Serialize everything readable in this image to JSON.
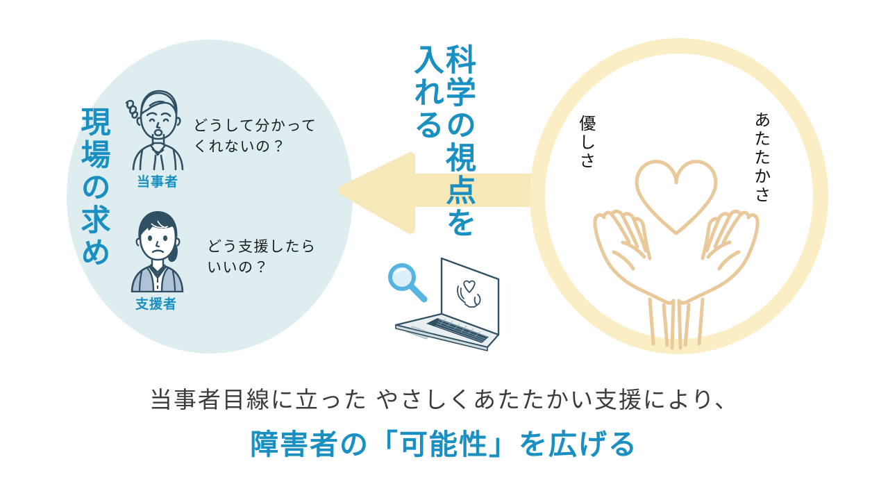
{
  "colors": {
    "left_circle_fill": "#ddedf0",
    "right_circle_ring": "#fbeec4",
    "arrow": "#f6e8b8",
    "accent_blue": "#1a8fc1",
    "dark_navy": "#2f4f63",
    "hand_heart_tan": "#e9c89a",
    "caption_gray": "#3c3c3c",
    "label_black": "#111111"
  },
  "left_group": {
    "vertical_label": "現場の求め",
    "persons": [
      {
        "label": "当事者",
        "icon": "worried-person-icon",
        "speech": "どうして分かって\nくれないの？"
      },
      {
        "label": "支援者",
        "icon": "supporter-person-icon",
        "speech": "どう支援したら\nいいの？"
      }
    ]
  },
  "center_group": {
    "arrow_icon": "left-arrow-icon",
    "vertical_text_right": "科学の視点を",
    "vertical_text_left": "入れる",
    "laptop_icon": "laptop-with-heart-hands-icon",
    "magnifier_icon": "magnifier-icon"
  },
  "right_group": {
    "label_left": "優しさ",
    "label_right": "あたたかさ",
    "illustration_icon": "hands-holding-heart-icon"
  },
  "caption": {
    "line1": "当事者目線に立った やさしくあたたかい支援により、",
    "line2": "障害者の「可能性」を広げる"
  }
}
